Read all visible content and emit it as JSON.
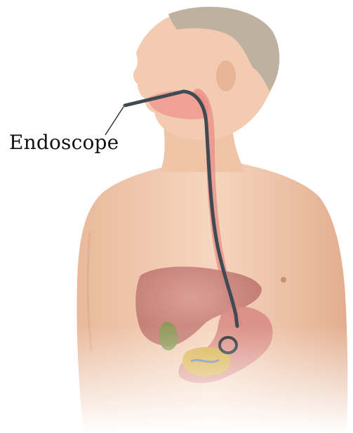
{
  "diagram": {
    "callout_label": "Endoscope",
    "colors": {
      "skin": "#f1c9ad",
      "skin_shadow": "#dca88a",
      "hair": "#b9aa97",
      "lining": "#e98c86",
      "liver": "#c9807a",
      "stomach": "#d98c84",
      "pancreas": "#d9b34a",
      "gallbladder": "#8a9a55",
      "scope": "#3f4b52",
      "label_text": "#111111"
    },
    "icons": [
      "endoscope-tube",
      "endoscope-tip-ring"
    ]
  }
}
